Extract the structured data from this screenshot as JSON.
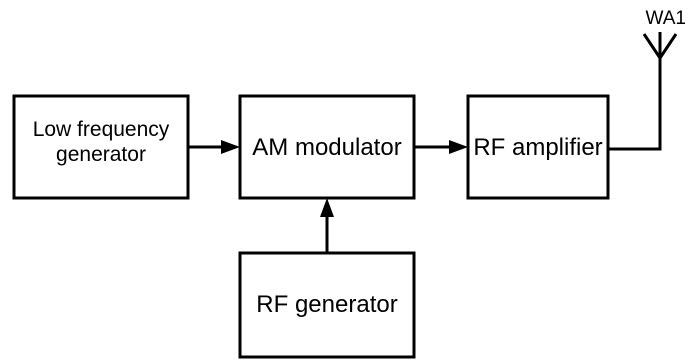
{
  "blocks": {
    "low_frequency_generator": {
      "line1": "Low frequency",
      "line2": "generator"
    },
    "am_modulator": {
      "label": "AM modulator"
    },
    "rf_amplifier": {
      "label": "RF amplifier"
    },
    "rf_generator": {
      "label": "RF generator"
    }
  },
  "antenna": {
    "label": "WA1"
  },
  "colors": {
    "line": "#000000",
    "background": "#ffffff"
  }
}
